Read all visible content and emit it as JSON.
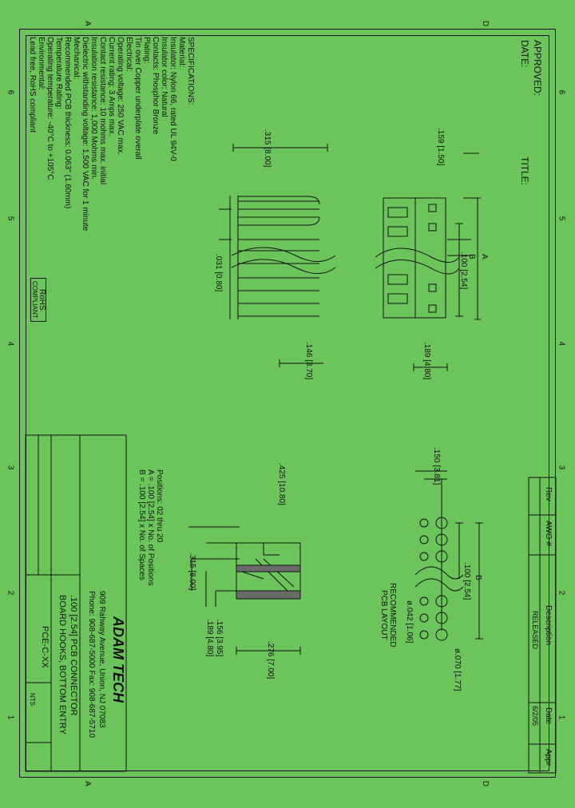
{
  "border_letters": {
    "top_left": "A",
    "top_right": "D",
    "bottom_left": "A",
    "bottom_right": "D"
  },
  "border_numbers": [
    "6",
    "5",
    "4",
    "3",
    "2",
    "1"
  ],
  "approval": {
    "approved": "APPROVED:",
    "date": "DATE:",
    "title": "TITLE:"
  },
  "specs": [
    "SPECIFICATIONS:",
    "Material:",
    "Insulator: Nylon 66, rated UL 94V-0",
    "Insulator color: Natural",
    "Contacts: Phosphor Bronze",
    "Plating:",
    "Tin over Copper underplate overall",
    "Electrical:",
    "Operating voltage: 250 VAC max.",
    "Current rating: 3 Amps max.",
    "Contact resistance: 10 mohms max. initial",
    "Insulation resistance: 1,000 Mohms min.",
    "Dielectric withstanding voltage: 1,500 VAC for 1 minute",
    "Mechanical:",
    "Recommended PCB thickness: 0.063\" (1.60mm)",
    "Temperature Rating:",
    "Operating temperature: -40°C to +105°C",
    "Environmental:",
    "Lead free, RoHS compliant"
  ],
  "rohs": {
    "line1": "RoHS",
    "line2": "COMPLIANT"
  },
  "dims": {
    "d315a": ".315 [8.00]",
    "d159": ".159 [1.50]",
    "d031": ".031 [0.80]",
    "d146": ".146 [3.70]",
    "d189a": ".189 [4.80]",
    "dA": "A",
    "dB": "B",
    "d100a": ".100 [2.54]",
    "d425": ".425 [10.80]",
    "d315b": ".315 [8.00]",
    "d156": ".156 [3.95]",
    "d189b": ".189 [4.80]",
    "d276": ".276 [7.00]",
    "d150": ".150 [3.81]",
    "d100b": ".100 [2.54]",
    "dB2": "B",
    "d042": "ø.042 [1.06]",
    "d070": "ø.070 [1.77]"
  },
  "pcb_label": {
    "l1": "RECOMMENDED",
    "l2": "PCB LAYOUT"
  },
  "positions": {
    "l1": "Positions: 02 thru 20",
    "l2": "A = .100 [2.54] x No. of Positions",
    "l3": "B = .100 [2.54] x No. of Spaces"
  },
  "revision": {
    "headers": [
      "Rev",
      "AWO #",
      "Description",
      "Date",
      "Appr"
    ],
    "row": [
      "",
      "",
      "RELEASED",
      "6/2/05",
      ""
    ]
  },
  "company": {
    "name": "ADAM TECH",
    "address": "909 Rahway Avenue, Union, NJ 07083",
    "phone": "Phone: 908-687-5000 Fax: 908-687-5710",
    "desc1": ".100 [2.54] PCB CONNECTOR",
    "desc2": "BOARD HOOKS, BOTTOM ENTRY",
    "part": "PCE-C-XX",
    "scale": "NTS"
  }
}
